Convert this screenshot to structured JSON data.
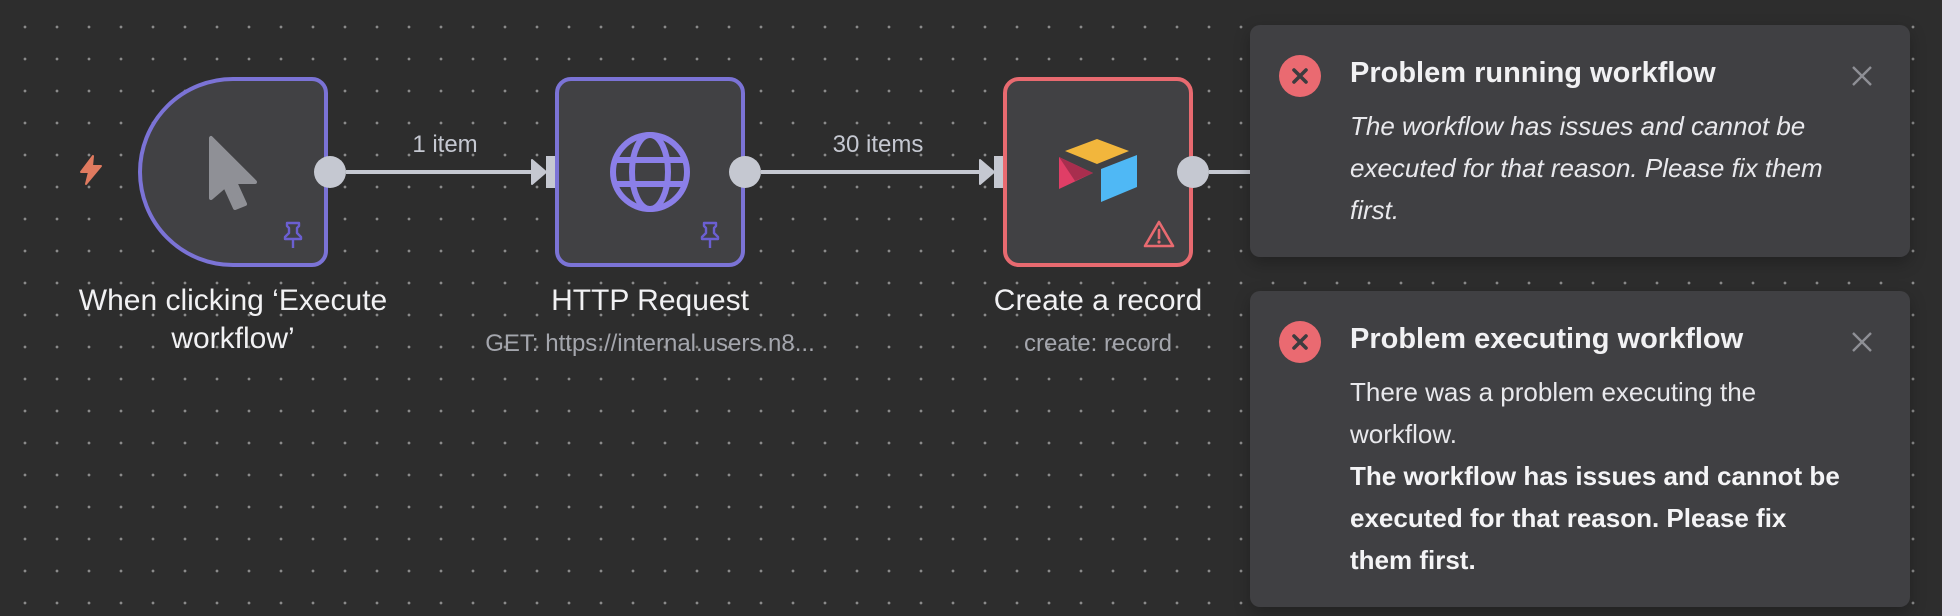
{
  "canvas": {
    "nodes": [
      {
        "id": "trigger",
        "label": "When clicking ‘Execute workflow’",
        "icon": "cursor-icon",
        "status": "pinned",
        "border_color": "#7b73d6"
      },
      {
        "id": "http",
        "label": "HTTP Request",
        "subtitle": "GET: https://internal.users.n8...",
        "icon": "globe-icon",
        "status": "pinned",
        "border_color": "#7b73d6"
      },
      {
        "id": "create",
        "label": "Create a record",
        "subtitle": "create: record",
        "icon": "airtable-icon",
        "status": "warning",
        "border_color": "#e86a70"
      }
    ],
    "connections": [
      {
        "from": "trigger",
        "to": "http",
        "label": "1 item"
      },
      {
        "from": "http",
        "to": "create",
        "label": "30 items"
      }
    ],
    "trigger_indicator_icon": "lightning-icon"
  },
  "toasts": [
    {
      "type": "error",
      "icon": "error-circle-icon",
      "title": "Problem running workflow",
      "message": "The workflow has issues and cannot be executed for that reason. Please fix them first.",
      "close_icon": "close-icon"
    },
    {
      "type": "error",
      "icon": "error-circle-icon",
      "title": "Problem executing workflow",
      "message": "There was a problem executing the workflow.",
      "detail": "The workflow has issues and cannot be executed for that reason. Please fix them first.",
      "close_icon": "close-icon"
    }
  ],
  "colors": {
    "canvas_bg": "#2d2d2d",
    "node_bg": "#414144",
    "pinned_accent": "#7b73d6",
    "error_accent": "#e86a70",
    "trigger_bolt": "#e07a5f",
    "handle": "#c5c8d1"
  }
}
